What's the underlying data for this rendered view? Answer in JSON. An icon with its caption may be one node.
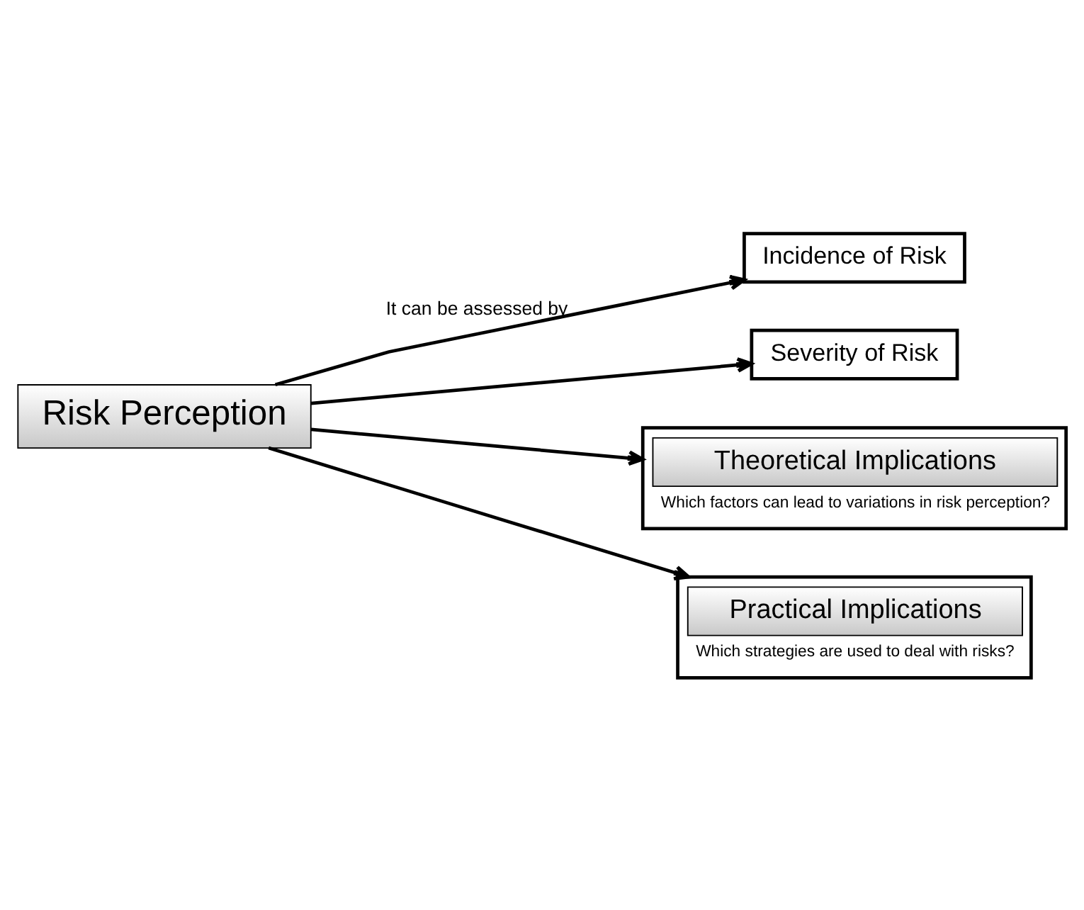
{
  "diagram": {
    "nodes": [
      {
        "text": [
          "Risk Perception"
        ]
      },
      {
        "text": [
          "Incidence of Risk"
        ]
      },
      {
        "text": [
          "Severity of Risk"
        ]
      },
      {
        "text": [
          "Theoretical Implications",
          "Which factors can lead to variations in risk perception?"
        ]
      },
      {
        "text": [
          "Practical Implications",
          "Which strategies are used to deal with risks?"
        ]
      }
    ],
    "edges": [
      {
        "from": 0,
        "to": 1,
        "arrow": "to",
        "label": "It can be assessed by"
      },
      {
        "from": 0,
        "to": 2,
        "arrow": "to"
      },
      {
        "from": 0,
        "to": 3,
        "arrow": "to"
      },
      {
        "from": 0,
        "to": 4,
        "arrow": "to"
      }
    ]
  }
}
